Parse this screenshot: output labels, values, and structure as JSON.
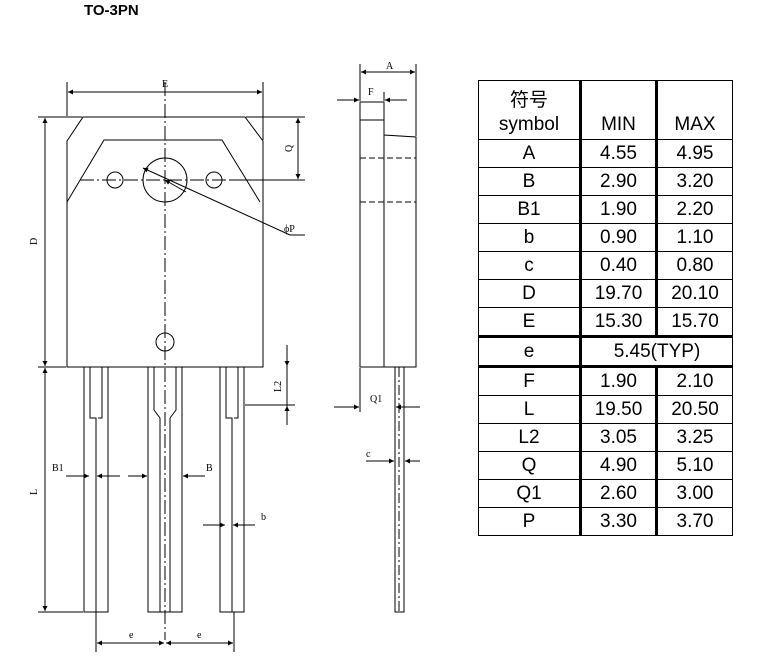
{
  "package_title": "TO-3PN",
  "drawing_labels": {
    "E": "E",
    "D": "D",
    "Q": "Q",
    "phiP": "ϕP",
    "L2": "L2",
    "B1": "B1",
    "B": "B",
    "b": "b",
    "L": "L",
    "e1": "e",
    "e2": "e",
    "A": "A",
    "F": "F",
    "Q1": "Q1",
    "c": "c"
  },
  "table": {
    "header": {
      "symbol_cn": "符号",
      "symbol_en": "symbol",
      "min": "MIN",
      "max": "MAX"
    },
    "rows": [
      {
        "symbol": "A",
        "min": "4.55",
        "max": "4.95"
      },
      {
        "symbol": "B",
        "min": "2.90",
        "max": "3.20"
      },
      {
        "symbol": "B1",
        "min": "1.90",
        "max": "2.20"
      },
      {
        "symbol": "b",
        "min": "0.90",
        "max": "1.10"
      },
      {
        "symbol": "c",
        "min": "0.40",
        "max": "0.80"
      },
      {
        "symbol": "D",
        "min": "19.70",
        "max": "20.10"
      },
      {
        "symbol": "E",
        "min": "15.30",
        "max": "15.70"
      }
    ],
    "typ_row": {
      "symbol": "e",
      "value": "5.45(TYP)"
    },
    "rows2": [
      {
        "symbol": "F",
        "min": "1.90",
        "max": "2.10"
      },
      {
        "symbol": "L",
        "min": "19.50",
        "max": "20.50"
      },
      {
        "symbol": "L2",
        "min": "3.05",
        "max": "3.25"
      },
      {
        "symbol": "Q",
        "min": "4.90",
        "max": "5.10"
      },
      {
        "symbol": "Q1",
        "min": "2.60",
        "max": "3.00"
      },
      {
        "symbol": "P",
        "min": "3.30",
        "max": "3.70"
      }
    ]
  }
}
